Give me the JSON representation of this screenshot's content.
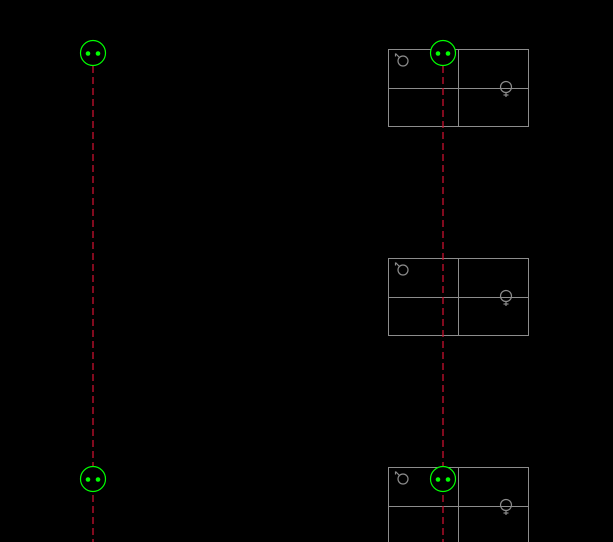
{
  "colors": {
    "background": "#000000",
    "grid_axis": "#c8102e",
    "axis_marker": "#00ff00",
    "fixture": "#8c8c8c"
  },
  "drawing": {
    "axes": [
      {
        "id": "axis-left",
        "markers": 2
      },
      {
        "id": "axis-right",
        "markers": 2
      }
    ],
    "fixture_units": [
      {
        "id": "unit-top",
        "symbol_left": "male-symbol-icon",
        "symbol_right": "female-symbol-icon"
      },
      {
        "id": "unit-middle",
        "symbol_left": "male-symbol-icon",
        "symbol_right": "female-symbol-icon"
      },
      {
        "id": "unit-bottom",
        "symbol_left": "male-symbol-icon",
        "symbol_right": "female-symbol-icon"
      }
    ]
  }
}
